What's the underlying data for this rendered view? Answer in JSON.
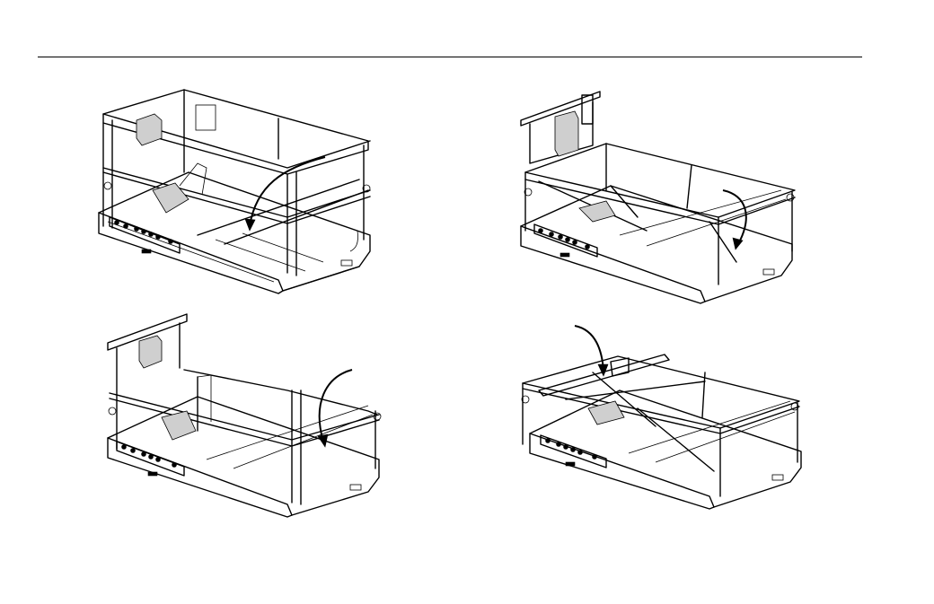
{
  "figure": {
    "panels": [
      {
        "id": "top-left",
        "description_icon": "assembly-step-1-icon"
      },
      {
        "id": "top-right",
        "description_icon": "assembly-step-2-icon"
      },
      {
        "id": "bottom-left",
        "description_icon": "assembly-step-3-icon"
      },
      {
        "id": "bottom-right",
        "description_icon": "assembly-step-4-icon"
      }
    ],
    "stroke_color": "#000000",
    "background_color": "#ffffff"
  }
}
